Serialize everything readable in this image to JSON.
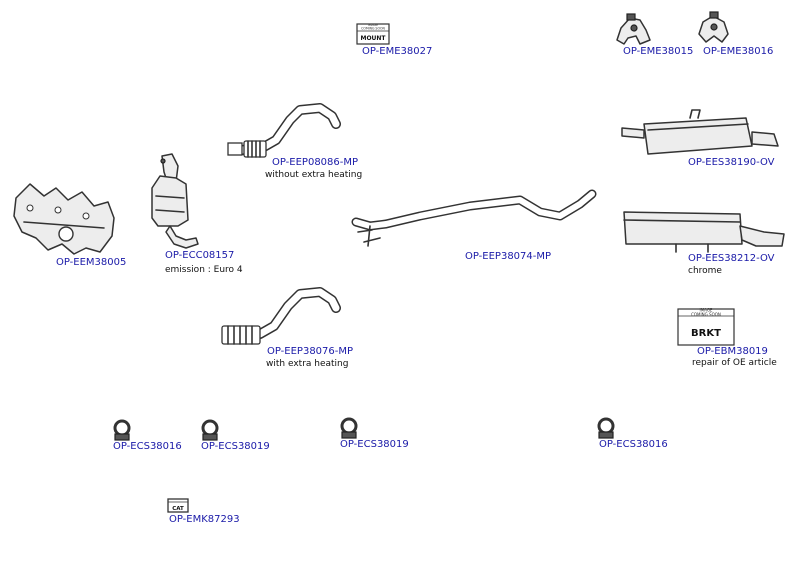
{
  "colors": {
    "part_code": "#1a1aa8",
    "note": "#111111",
    "line": "#333333"
  },
  "parts": [
    {
      "id": "mount",
      "code": "OP-EME38027",
      "icon": "image-coming-soon-mount-icon",
      "badge_top": "IMAGE\nCOMING SOON",
      "badge_label": "MOUNT"
    },
    {
      "id": "hanger1",
      "code": "OP-EME38015",
      "icon": "rubber-hanger-icon"
    },
    {
      "id": "hanger2",
      "code": "OP-EME38016",
      "icon": "rubber-hanger-icon"
    },
    {
      "id": "manifold",
      "code": "OP-EEM38005",
      "icon": "exhaust-manifold-icon"
    },
    {
      "id": "catalyst",
      "code": "OP-ECC08157",
      "icon": "catalytic-converter-icon",
      "note": "emission : Euro 4"
    },
    {
      "id": "frontpipe1",
      "code": "OP-EEP08086-MP",
      "icon": "front-pipe-icon",
      "note": "without extra heating"
    },
    {
      "id": "midpipe",
      "code": "OP-EEP38074-MP",
      "icon": "middle-pipe-icon"
    },
    {
      "id": "rearbox1",
      "code": "OP-EES38190-OV",
      "icon": "rear-silencer-icon"
    },
    {
      "id": "rearbox2",
      "code": "OP-EES38212-OV",
      "icon": "rear-silencer-icon",
      "note": "chrome"
    },
    {
      "id": "frontpipe2",
      "code": "OP-EEP38076-MP",
      "icon": "front-pipe-icon",
      "note": "with extra heating"
    },
    {
      "id": "bracket",
      "code": "OP-EBM38019",
      "icon": "image-coming-soon-bracket-icon",
      "badge_top": "IMAGE\nCOMING SOON",
      "badge_label": "BRKT",
      "note": "repair of OE article"
    },
    {
      "id": "clamp1",
      "code": "OP-ECS38016",
      "icon": "clamp-icon"
    },
    {
      "id": "clamp2",
      "code": "OP-ECS38019",
      "icon": "clamp-icon"
    },
    {
      "id": "clamp3",
      "code": "OP-ECS38019",
      "icon": "clamp-icon"
    },
    {
      "id": "clamp4",
      "code": "OP-ECS38016",
      "icon": "clamp-icon"
    },
    {
      "id": "catkit",
      "code": "OP-EMK87293",
      "icon": "mounting-kit-icon",
      "badge_label": "CAT"
    }
  ]
}
